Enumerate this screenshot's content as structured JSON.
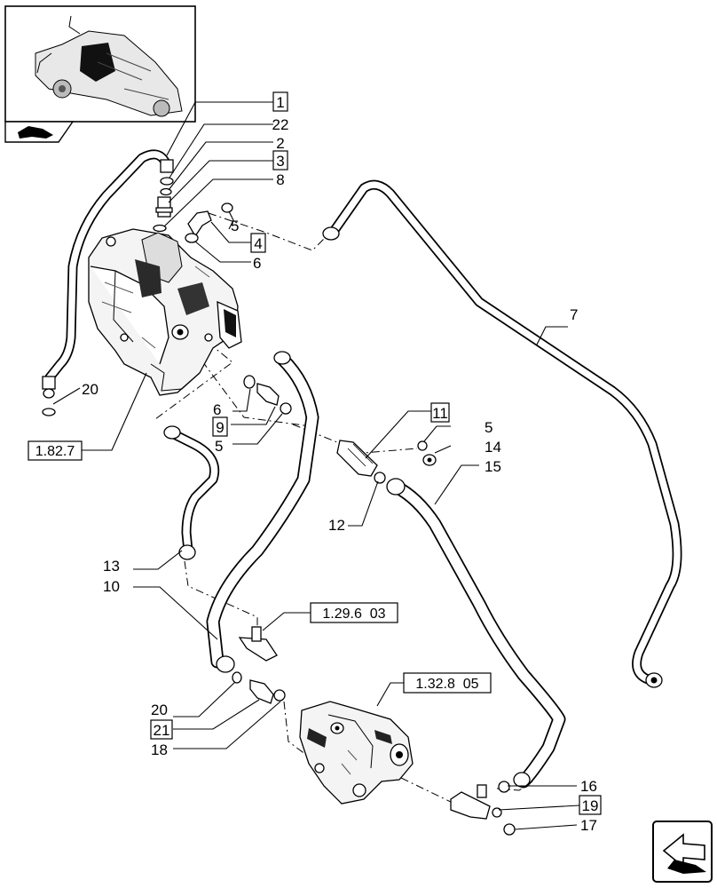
{
  "callouts": {
    "c1": "1",
    "c22": "22",
    "c2": "2",
    "c3": "3",
    "c8": "8",
    "c5a": "5",
    "c4": "4",
    "c6a": "6",
    "c7": "7",
    "c20a": "20",
    "c1827": "1.82.7",
    "c6b": "6",
    "c9": "9",
    "c5b": "5",
    "c11": "11",
    "c5c": "5",
    "c14": "14",
    "c15": "15",
    "c12": "12",
    "c13": "13",
    "c10": "10",
    "c1296": "1.29.6  03",
    "c13285": "1.32.8  05",
    "c20b": "20",
    "c21": "21",
    "c18": "18",
    "c16": "16",
    "c19": "19",
    "c17": "17"
  },
  "icons": {
    "overview": "tractor-overview-thumbnail",
    "nav_corner": "next-page-arrow-icon",
    "nav_thumb": "folder-arrow-icon"
  }
}
